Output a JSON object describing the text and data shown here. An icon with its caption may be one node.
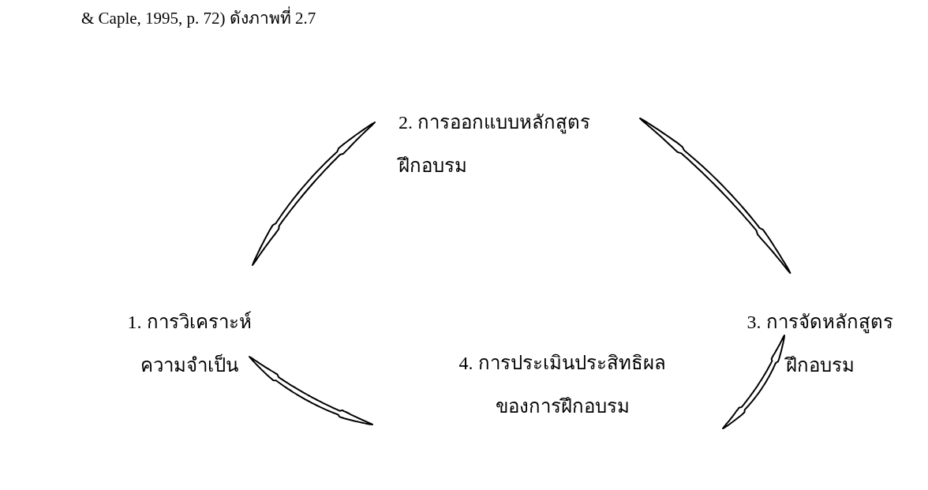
{
  "diagram": {
    "nodes": [
      {
        "text": [
          "1. การวิเคราะห์ ความจำเป็น"
        ]
      },
      {
        "text": [
          "2. การออกแบบหลักสูตร ฝึกอบรม"
        ]
      },
      {
        "text": [
          "3. การจัดหลักสูตร ฝึกอบรม"
        ]
      },
      {
        "text": [
          "4. การประเมินประสิทธิผล ของการฝึกอบรม"
        ]
      }
    ],
    "edges": [
      {
        "from": 0,
        "to": 1,
        "arrow": "none"
      },
      {
        "from": 1,
        "to": 2,
        "arrow": "none"
      },
      {
        "from": 2,
        "to": 3,
        "arrow": "none"
      },
      {
        "from": 3,
        "to": 0,
        "arrow": "none"
      }
    ],
    "labels": [
      "& Caple, 1995, p. 72) ดังภาพที่ 2.7"
    ]
  }
}
